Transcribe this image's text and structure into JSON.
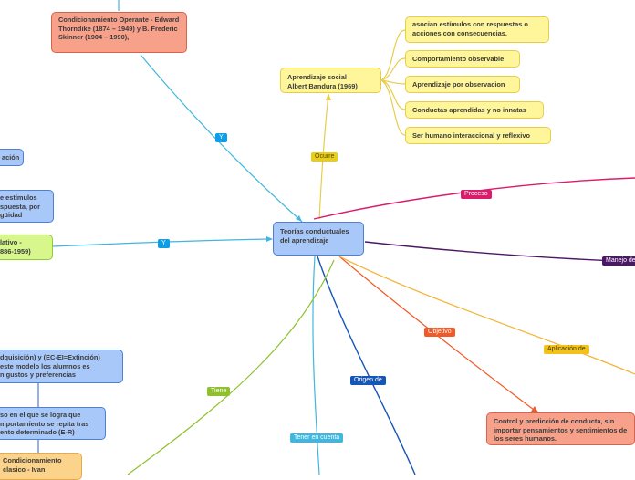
{
  "central": "Teorías conductuales del aprendizaje",
  "nodes": {
    "thorndike": "Condicionamiento Operante - Edward Thorndike (1874 – 1949) y B. Frederic Skinner (1904 – 1990),",
    "bandura": "Aprendizaje social\nAlbert Bandura (1969)",
    "b1": "asocian estímulos con respuestas o acciones con consecuencias.",
    "b2": "Comportamiento observable",
    "b3": "Aprendizaje por observacion",
    "b4": "Conductas aprendidas y no innatas",
    "b5": "Ser humano interaccional y reflexivo",
    "left1": "ación",
    "left2": "e estímulos\nspuesta, por\ngüidad",
    "left3": "lativo -\n886-1959)",
    "left4": "dquisición) y (EC-EI=Extinción)\n este modelo los alumnos es\nn  gustos y  preferencias",
    "left5": "so en el que se logra que\nmportamiento se repita tras\nento determinado (E-R)",
    "left6": "Condicionamiento\nclasico - Ivan",
    "control": "Control y predicción de conducta, sin importar pensamientos y sentimientos de los seres humanos."
  },
  "labels": {
    "y_top": "Y",
    "ocurre": "Ocurre",
    "proceso": "Proceso",
    "y_left": "Y",
    "manejo": "Manejo de",
    "objetivo": "Objetivo",
    "aplicacion": "Aplicación de",
    "origen": "Origen de",
    "tiene": "Tiene",
    "tener": "Tener en cuenta"
  },
  "colors": {
    "teal": "#3fb7e0",
    "yellow": "#e8cd4a",
    "magenta": "#d91c6b",
    "purple": "#4b1766",
    "orange_red": "#f05a28",
    "amber": "#f3b233",
    "navy": "#1656b8",
    "green": "#8fc02d"
  }
}
